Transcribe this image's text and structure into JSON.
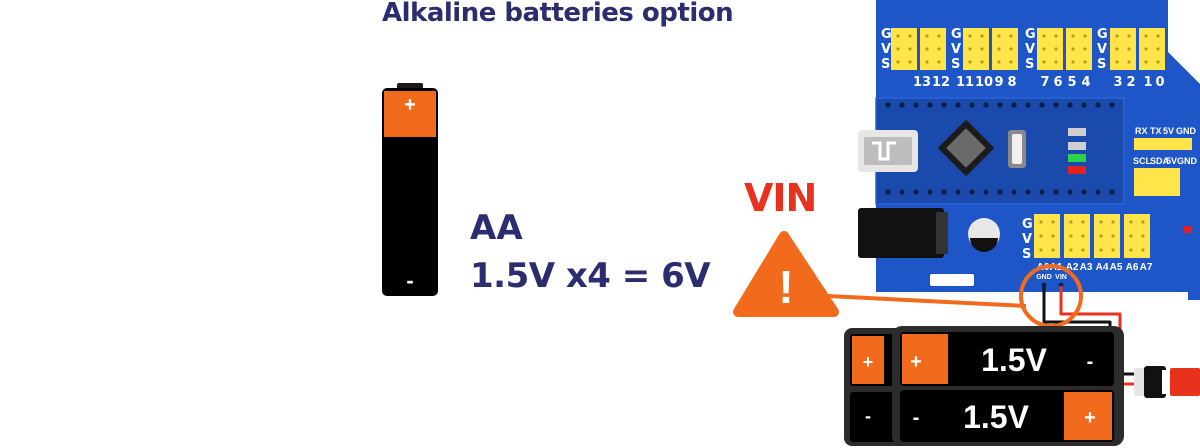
{
  "title": "Alkaline batteries option",
  "battery": {
    "plus": "+",
    "minus": "-",
    "type_label": "AA",
    "voltage_label": "1.5V x4 = 6V"
  },
  "warning": {
    "label": "VIN",
    "symbol": "!"
  },
  "board": {
    "gvs": [
      "G",
      "V",
      "S"
    ],
    "digital_pins": [
      "13",
      "12",
      "11",
      "10",
      "9",
      "8",
      "7",
      "6",
      "5",
      "4",
      "3",
      "2",
      "1",
      "0"
    ],
    "uart_labels": [
      "RX",
      "TX",
      "5V",
      "GND"
    ],
    "i2c_labels": [
      "SCL",
      "SDA",
      "5V",
      "GND"
    ],
    "analog_pins": [
      "A0",
      "A1",
      "A2",
      "A3",
      "A4",
      "A5",
      "A6",
      "A7"
    ],
    "power_labels": [
      "GND",
      "VIN"
    ]
  },
  "battery_pack": {
    "cell_voltage": "1.5V",
    "plus": "+",
    "minus": "-"
  },
  "colors": {
    "navy": "#2b2d6e",
    "orange": "#f26b1d",
    "red": "#e8321e",
    "board_blue": "#1e56c8",
    "header_yellow": "#ffe44a"
  }
}
